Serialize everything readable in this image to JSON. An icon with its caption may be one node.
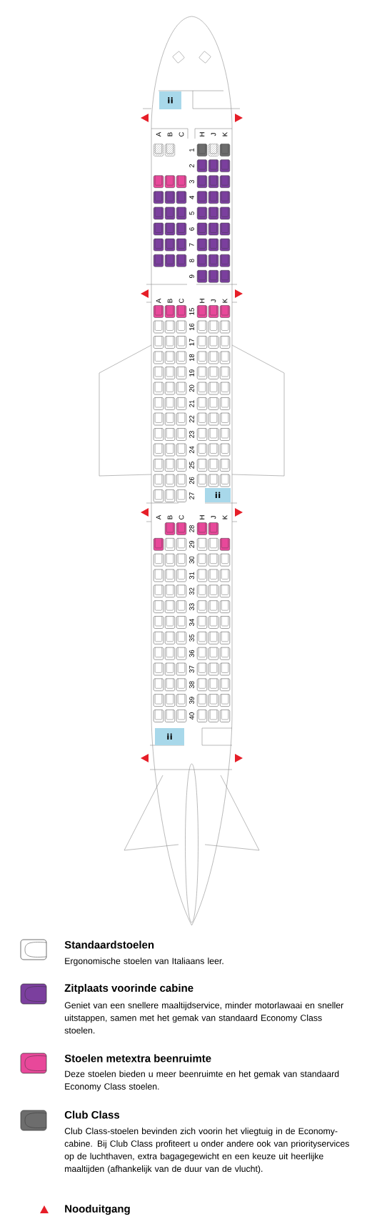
{
  "diagram": {
    "labels": [
      "A",
      "B",
      "C",
      "H",
      "J",
      "K",
      "1",
      "2",
      "3",
      "4",
      "5",
      "6",
      "7",
      "8",
      "9",
      "A",
      "B",
      "C",
      "H",
      "J",
      "K",
      "15",
      "16",
      "17",
      "18",
      "19",
      "20",
      "21",
      "22",
      "23",
      "24",
      "25",
      "26",
      "27",
      "A",
      "B",
      "C",
      "H",
      "J",
      "K",
      "28",
      "29",
      "30",
      "31",
      "32",
      "33",
      "34",
      "35",
      "36",
      "37",
      "38",
      "39",
      "40",
      "Ergonomische stoelen van Italiaans leer.",
      "Geniet van een snellere maaltijdservice, minder motorlawaai en sneller uitstappen, samen met het gemak van standaard Economy Class stoelen.",
      "Deze stoelen bieden u meer beenruimte en het gemak van standaard Economy Class stoelen.",
      "Club Class-stoelen bevinden zich voorin het vliegtuig in de Economy-cabine. Bij Club Class profiteert u onder andere ook van priorityservices op de luchthaven, extra bagagegewicht en een keuze uit heerlijke maaltijden (afhankelijk van de duur van de vlucht)."
    ],
    "legend": [
      {
        "text": "Standaardstoelen"
      },
      {
        "text": "Zitplaats voorinde cabine",
        "color": "#7b3f9e"
      },
      {
        "text": "Stoelen metextra beenruimte",
        "color": "#e8489a"
      },
      {
        "text": "Club Class",
        "color": "#6d6d6d"
      },
      {
        "text": "Nooduitgang"
      }
    ]
  }
}
